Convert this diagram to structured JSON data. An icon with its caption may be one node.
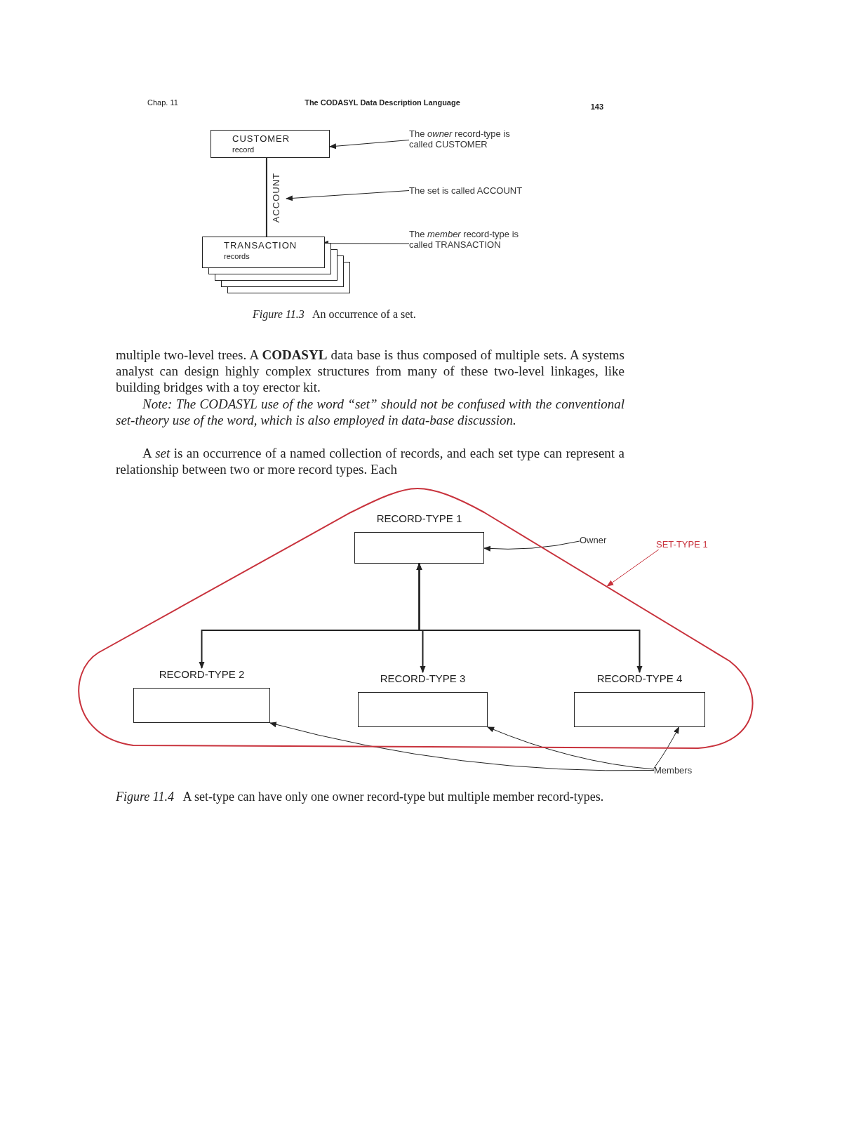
{
  "diagram": {
    "nodes": [
      {
        "text": [
          "CUSTOMER",
          "record"
        ]
      },
      {
        "text": [
          "TRANSACTION",
          "records"
        ]
      },
      {
        "text": [
          "The *owner* record-type is called CUSTOMER"
        ]
      },
      {
        "text": [
          "The set is called ACCOUNT"
        ]
      },
      {
        "text": [
          "The *member* record-type is called TRANSACTION"
        ]
      },
      {
        "text": [],
        "shape": "triangle"
      },
      {
        "text": [
          "RECORD-TYPE 1"
        ],
        "in": 5
      },
      {
        "text": [
          "Owner"
        ]
      },
      {
        "text": [
          "SET-TYPE 1"
        ]
      },
      {
        "text": [
          "RECORD-TYPE 2"
        ],
        "in": 5
      },
      {
        "text": [
          "RECORD-TYPE 3"
        ],
        "in": 5
      },
      {
        "text": [
          "RECORD-TYPE 4"
        ],
        "in": 5
      },
      {
        "text": [
          "Members"
        ]
      }
    ],
    "edges": [
      {
        "from": 0,
        "to": 1,
        "arrow": "none",
        "label": "ACCOUNT"
      },
      {
        "from": 2,
        "to": 0,
        "arrow": "to"
      },
      {
        "from": 3,
        "to": null,
        "arrow": "to"
      },
      {
        "from": 4,
        "to": 1,
        "arrow": "to"
      },
      {
        "from": 6,
        "to": 9,
        "arrow": "both"
      },
      {
        "from": 6,
        "to": 10,
        "arrow": "both"
      },
      {
        "from": 6,
        "to": 11,
        "arrow": "both"
      },
      {
        "from": 7,
        "to": 6,
        "arrow": "to"
      },
      {
        "from": 8,
        "to": 5,
        "arrow": "to",
        "color": "#c8323c"
      },
      {
        "from": 12,
        "to": 9,
        "arrow": "to"
      },
      {
        "from": 12,
        "to": 10,
        "arrow": "to"
      },
      {
        "from": 12,
        "to": 11,
        "arrow": "to"
      }
    ],
    "labels": [
      "Chap. 11",
      "The CODASYL Data Description Language",
      "143",
      "*Figure 11.3*   An occurrence of a set.",
      "multiple two-level trees. A **CODASYL** data base is thus composed of multiple sets. A systems analyst can design highly complex structures from many of these two-level linkages, like building bridges with a toy erector kit.",
      "Note: The CODASYL use of the word “set” should not be confused with the conventional set-theory use of the word, which is also employed in data-base discussion.",
      "A *set* is an occurrence of a named collection of records, and each set type can represent a relationship between two or more record types. Each",
      "*Figure 11.4*   A set-type can have only one owner record-type but multiple member record-types."
    ]
  }
}
